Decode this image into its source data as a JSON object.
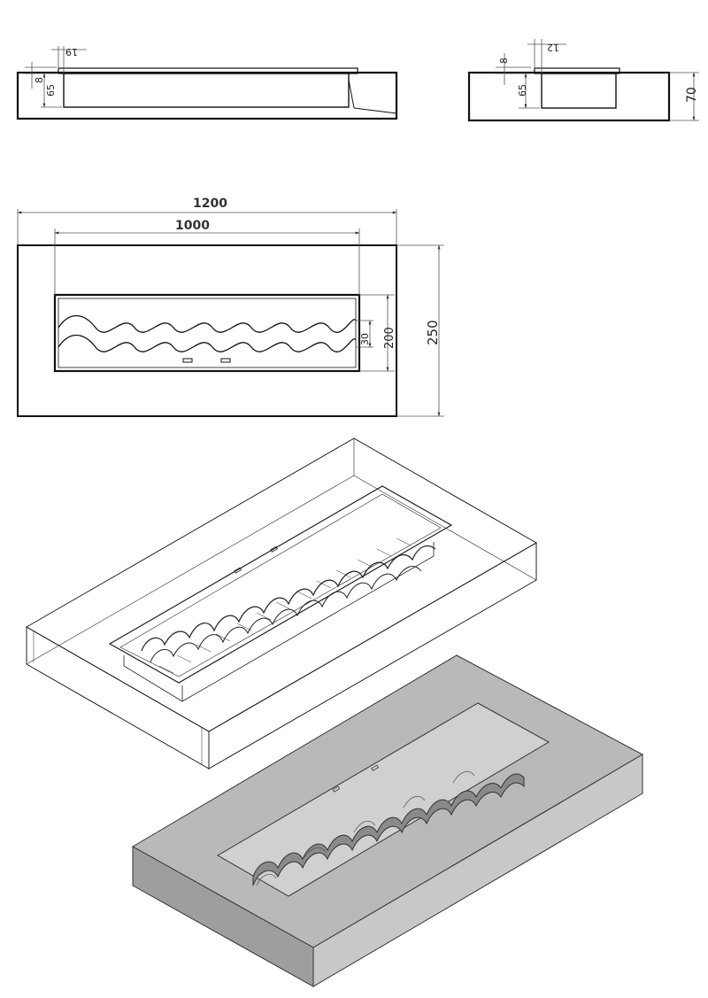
{
  "side_view_long": {
    "dims": {
      "top_offset": "19",
      "lip": "8",
      "depth": "65"
    }
  },
  "side_view_short": {
    "dims": {
      "top_offset": "12",
      "lip": "8",
      "depth": "65",
      "height": "70"
    }
  },
  "top_view": {
    "dims": {
      "outer_width": "1200",
      "inner_width": "1000",
      "inner_height": "200",
      "wave_gap": "30",
      "outer_height": "250"
    }
  },
  "views": {
    "wireframe": "isometric-wireframe",
    "shaded": "isometric-shaded"
  },
  "colors": {
    "line": "#111111",
    "dim_line": "#555555",
    "shaded_top": "#b9b9b9",
    "shaded_front": "#9e9e9e",
    "shaded_side": "#c8c8c8",
    "burner_plate": "#d0d0d0"
  }
}
